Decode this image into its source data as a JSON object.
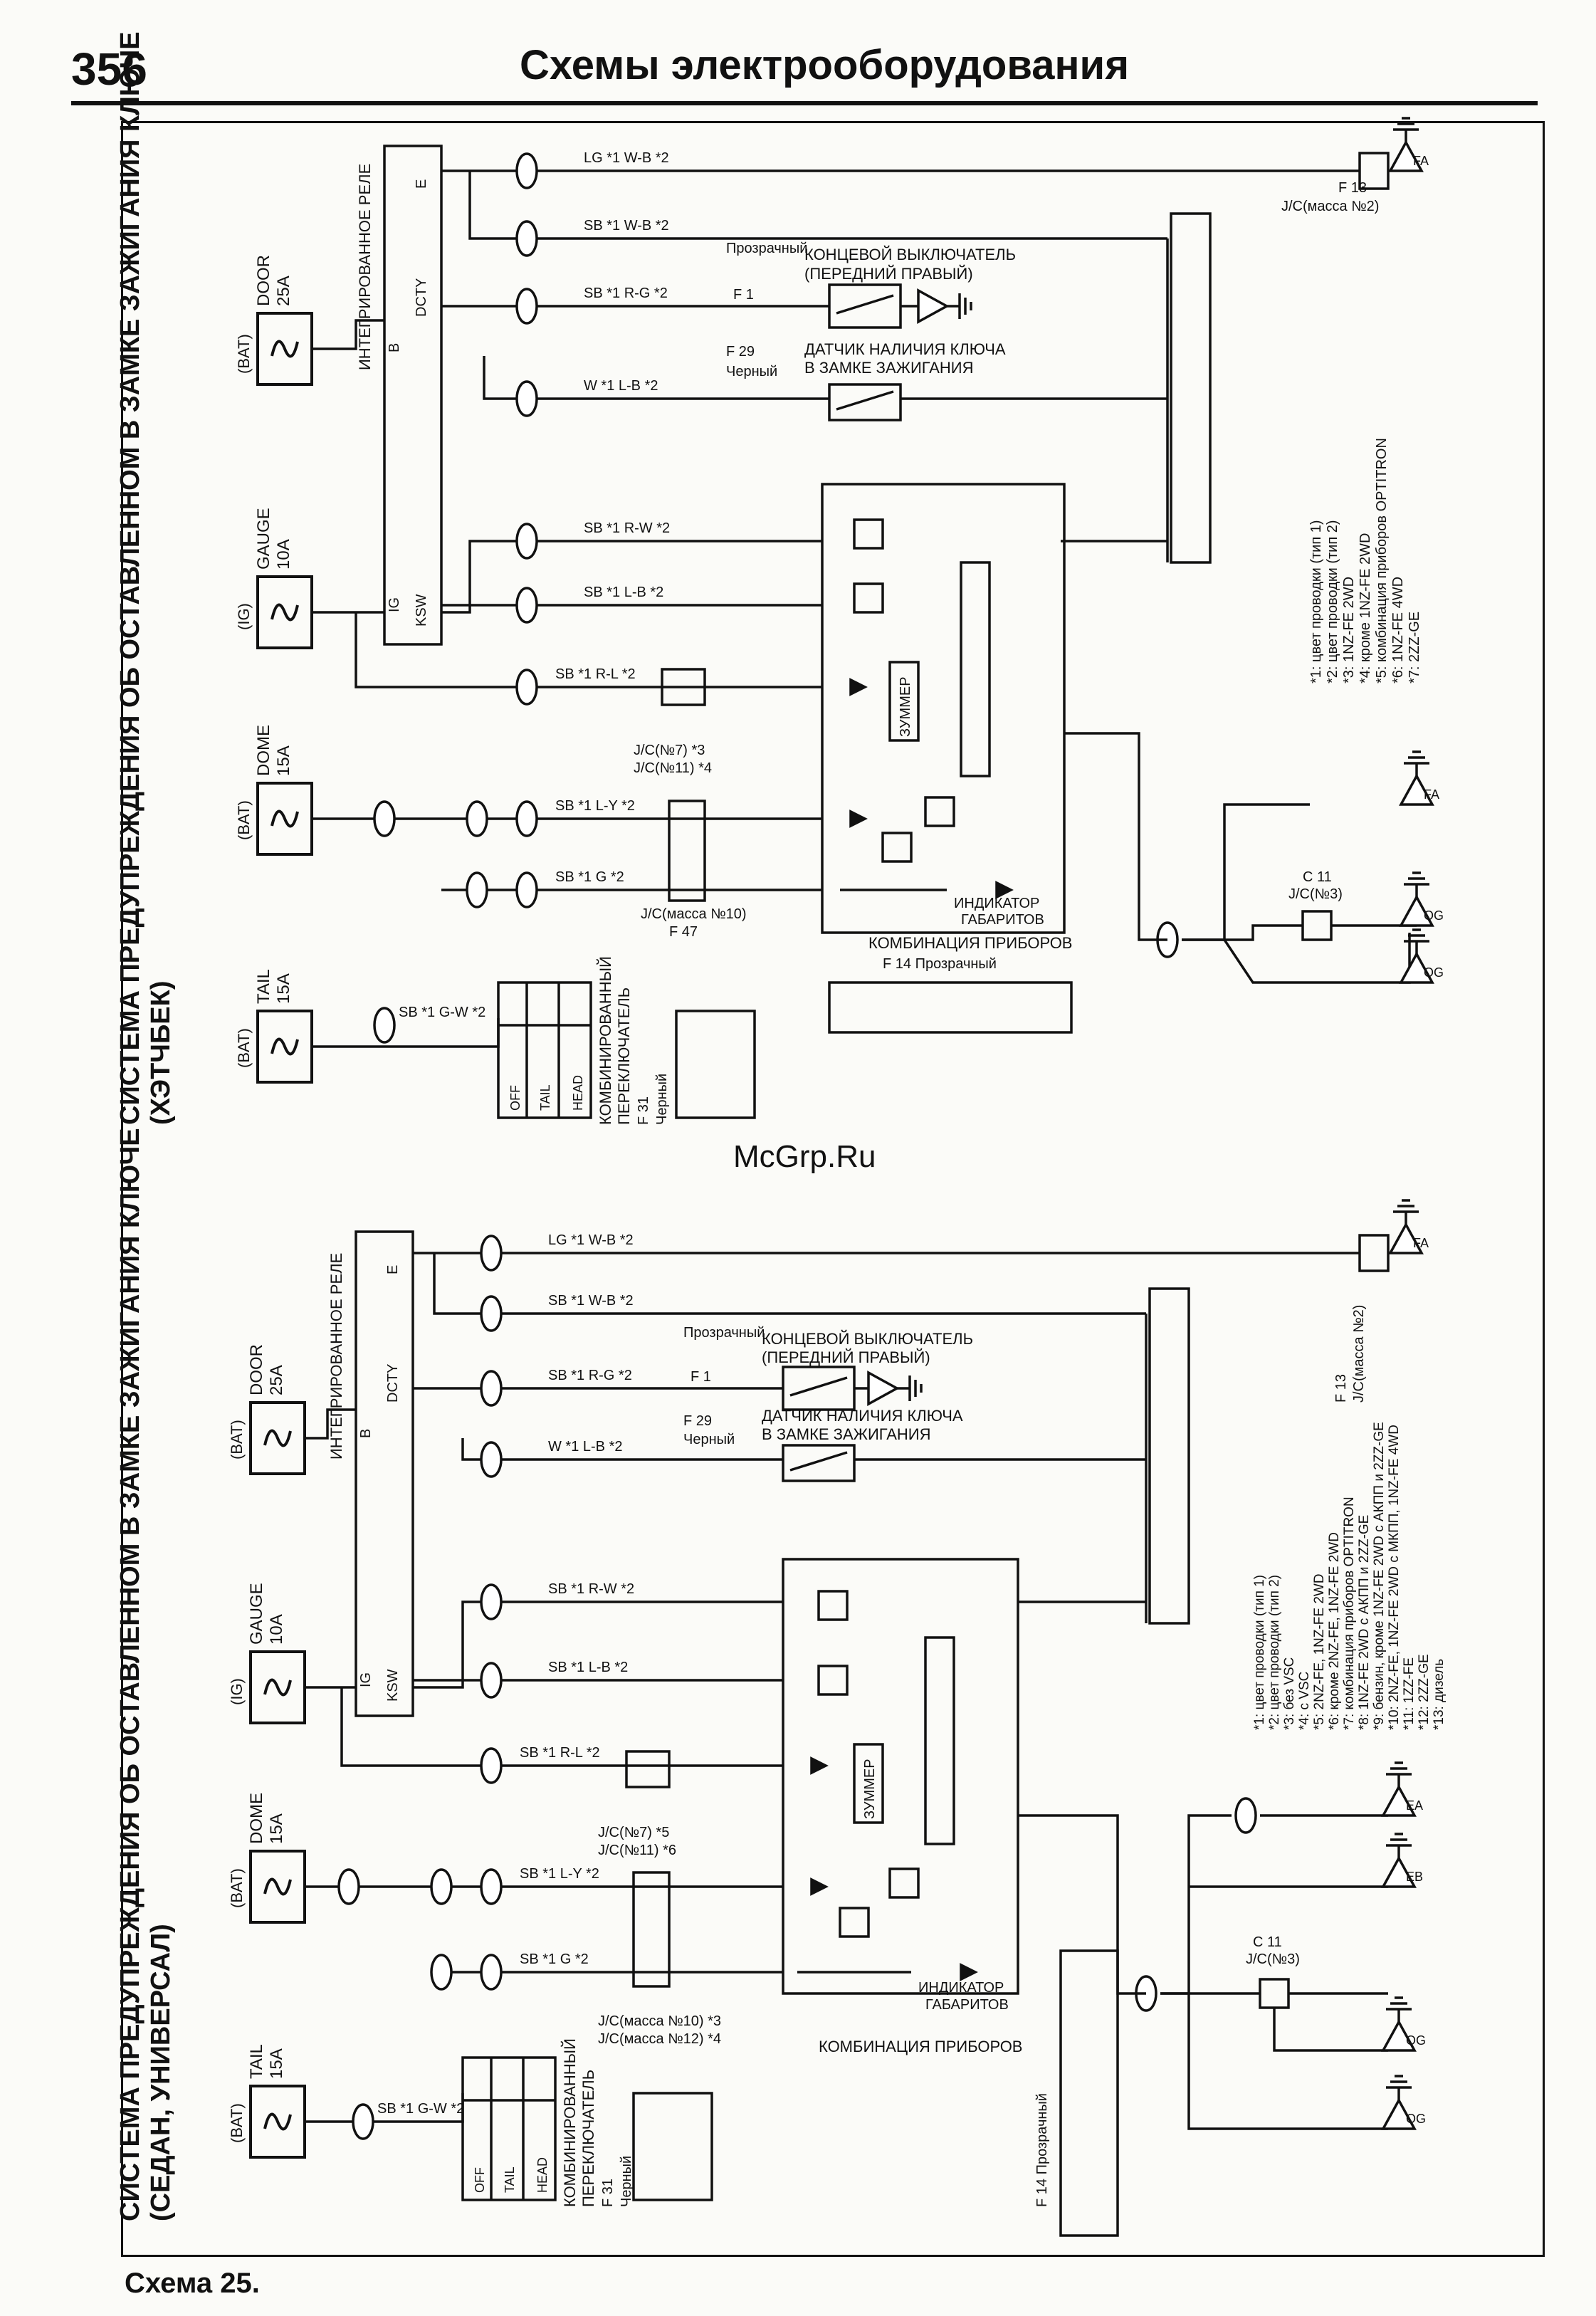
{
  "header": {
    "page_number": "356",
    "title": "Схемы электрооборудования"
  },
  "watermark": "McGrp.Ru",
  "caption": "Схема 25.",
  "diagram_top": {
    "title_line1": "СИСТЕМА ПРЕДУПРЕЖДЕНИЯ ОБ ОСТАВЛЕННОМ В ЗАМКЕ ЗАЖИГАНИЯ КЛЮЧЕ",
    "title_line2": "(ХЭТЧБЕК)",
    "fuses": [
      {
        "supply": "(BAT)",
        "name": "DOOR",
        "rating": "25A"
      },
      {
        "supply": "(IG)",
        "name": "GAUGE",
        "rating": "10A"
      },
      {
        "supply": "(BAT)",
        "name": "DOME",
        "rating": "15A"
      },
      {
        "supply": "(BAT)",
        "name": "TAIL",
        "rating": "15A"
      }
    ],
    "relay": {
      "label": "ИНТЕГРИРОВАННОЕ РЕЛЕ",
      "pins": [
        "E",
        "B",
        "DCTY",
        "IG",
        "KSW"
      ]
    },
    "door_switch": {
      "connector": "Прозрачный",
      "label_1": "КОНЦЕВОЙ ВЫКЛЮЧАТЕЛЬ",
      "label_2": "(ПЕРЕДНИЙ ПРАВЫЙ)",
      "code": "F 1"
    },
    "key_sensor": {
      "connector": "Черный",
      "label_1": "ДАТЧИК НАЛИЧИЯ КЛЮЧА",
      "label_2": "В ЗАМКЕ ЗАЖИГАНИЯ",
      "code": "F 29"
    },
    "wires": [
      {
        "colors": "LG *1 W-B *2"
      },
      {
        "colors": "SB *1 W-B *2"
      },
      {
        "colors": "SB *1 R-G *2"
      },
      {
        "colors": "W *1 L-B *2"
      },
      {
        "colors": "SB *1 R-W *2"
      },
      {
        "colors": "SB *1 L-B *2"
      },
      {
        "colors": "SB *1 R-L *2"
      },
      {
        "colors": "SB *1 L-Y *2"
      },
      {
        "colors": "SB *1 G *2"
      },
      {
        "colors": "SB *1 G-W *2"
      }
    ],
    "buzzer": "ЗУММЕР",
    "indicator": [
      "ИНДИКАТОР",
      "ГАБАРИТОВ"
    ],
    "cluster_label": "КОМБИНАЦИЯ ПРИБОРОВ",
    "cluster_connector": "F 14 Прозрачный",
    "combo_switch": {
      "label_1": "КОМБИНИРОВАННЫЙ",
      "label_2": "ПЕРЕКЛЮЧАТЕЛЬ",
      "code": "F 31",
      "color": "Черный",
      "positions": [
        "OFF",
        "TAIL",
        "HEAD"
      ]
    },
    "jc_labels": [
      "J/C(№7) *3",
      "J/C(№11) *4",
      "J/C(масса №10)",
      "F 47",
      "J/C(№3)",
      "C 11",
      "F 13",
      "J/C(масса №2)"
    ],
    "grounds": [
      "FA",
      "FA",
      "OG",
      "OG"
    ],
    "notes": [
      "*1: цвет проводки (тип 1)",
      "*2: цвет проводки (тип 2)",
      "*3: 1NZ-FE 2WD",
      "*4: кроме 1NZ-FE 2WD",
      "*5: комбинация приборов OPTITRON",
      "*6: 1NZ-FE 4WD",
      "*7: 2ZZ-GE"
    ]
  },
  "diagram_bottom": {
    "title_line1": "СИСТЕМА ПРЕДУПРЕЖДЕНИЯ ОБ ОСТАВЛЕННОМ В ЗАМКЕ ЗАЖИГАНИЯ КЛЮЧЕ",
    "title_line2": "(СЕДАН, УНИВЕРСАЛ)",
    "fuses": [
      {
        "supply": "(BAT)",
        "name": "DOOR",
        "rating": "25A"
      },
      {
        "supply": "(IG)",
        "name": "GAUGE",
        "rating": "10A"
      },
      {
        "supply": "(BAT)",
        "name": "DOME",
        "rating": "15A"
      },
      {
        "supply": "(BAT)",
        "name": "TAIL",
        "rating": "15A"
      }
    ],
    "relay": {
      "label": "ИНТЕГРИРОВАННОЕ РЕЛЕ",
      "pins": [
        "E",
        "B",
        "DCTY",
        "IG",
        "KSW"
      ]
    },
    "door_switch": {
      "connector": "Прозрачный",
      "label_1": "КОНЦЕВОЙ ВЫКЛЮЧАТЕЛЬ",
      "label_2": "(ПЕРЕДНИЙ ПРАВЫЙ)",
      "code": "F 1"
    },
    "key_sensor": {
      "connector": "Черный",
      "label_1": "ДАТЧИК НАЛИЧИЯ КЛЮЧА",
      "label_2": "В ЗАМКЕ ЗАЖИГАНИЯ",
      "code": "F 29"
    },
    "wires": [
      {
        "colors": "LG *1 W-B *2"
      },
      {
        "colors": "SB *1 W-B *2"
      },
      {
        "colors": "SB *1 R-G *2"
      },
      {
        "colors": "W *1 L-B *2"
      },
      {
        "colors": "SB *1 R-W *2"
      },
      {
        "colors": "SB *1 L-B *2"
      },
      {
        "colors": "SB *1 R-L *2"
      },
      {
        "colors": "SB *1 L-Y *2"
      },
      {
        "colors": "SB *1 G *2"
      },
      {
        "colors": "SB *1 G-W *2"
      }
    ],
    "buzzer": "ЗУММЕР",
    "indicator": [
      "ИНДИКАТОР",
      "ГАБАРИТОВ"
    ],
    "cluster_label": "КОМБИНАЦИЯ ПРИБОРОВ",
    "cluster_connector": "F 14 Прозрачный",
    "combo_switch": {
      "label_1": "КОМБИНИРОВАННЫЙ",
      "label_2": "ПЕРЕКЛЮЧАТЕЛЬ",
      "code": "F 31",
      "color": "Черный",
      "positions": [
        "OFF",
        "TAIL",
        "HEAD"
      ]
    },
    "jc_labels": [
      "J/C(№7) *5",
      "J/C(№11) *6",
      "J/C(масса №10) *3",
      "J/C(масса №12) *4",
      "J/C(№3)",
      "C 11",
      "F 13",
      "J/C(масса №2)"
    ],
    "grounds": [
      "FA",
      "EA",
      "EB",
      "OG",
      "OG"
    ],
    "notes": [
      "*1: цвет проводки (тип 1)",
      "*2: цвет проводки (тип 2)",
      "*3: без VSC",
      "*4: с VSC",
      "*5: 2NZ-FE, 1NZ-FE 2WD",
      "*6: кроме 2NZ-FE, 1NZ-FE 2WD",
      "*7: комбинация приборов OPTITRON",
      "*8: 1NZ-FE 2WD с АКПП и 2ZZ-GE",
      "*9: бензин, кроме 1NZ-FE 2WD с АКПП и 2ZZ-GE",
      "*10: 2NZ-FE, 1NZ-FE 2WD с МКПП, 1NZ-FE 4WD",
      "*11: 1ZZ-FE",
      "*12: 2ZZ-GE",
      "*13: дизель"
    ]
  }
}
